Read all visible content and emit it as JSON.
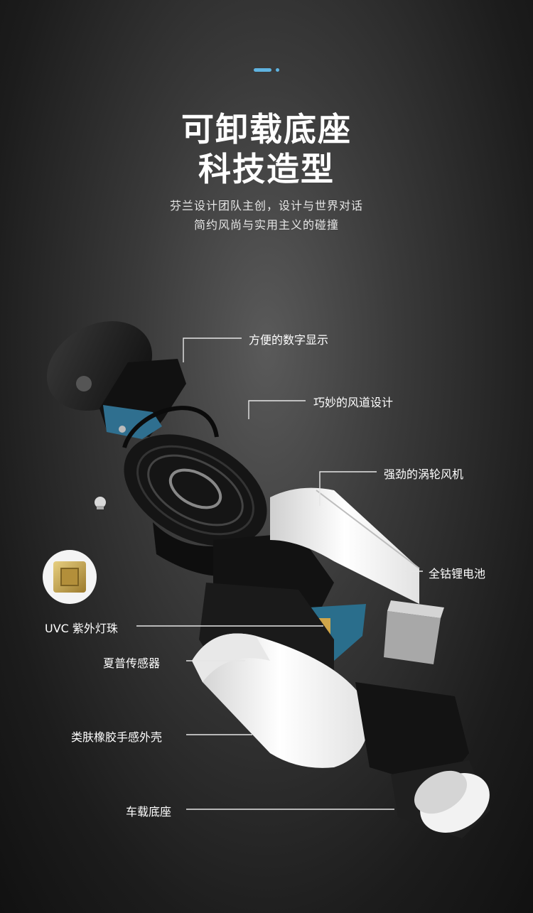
{
  "header": {
    "title_line1": "可卸载底座",
    "title_line2": "科技造型",
    "subtitle_line1": "芬兰设计团队主创，设计与世界对话",
    "subtitle_line2": "简约风尚与实用主义的碰撞"
  },
  "callouts": {
    "display": "方便的数字显示",
    "air_duct": "巧妙的风道设计",
    "turbo_fan": "强劲的涡轮风机",
    "battery": "全钴锂电池",
    "uvc_led": "UVC 紫外灯珠",
    "sensor": "夏普传感器",
    "shell": "类肤橡胶手感外壳",
    "base": "车载底座"
  },
  "colors": {
    "accent": "#5fb3e0",
    "uvc_chip_gold": "#c9a94e"
  }
}
